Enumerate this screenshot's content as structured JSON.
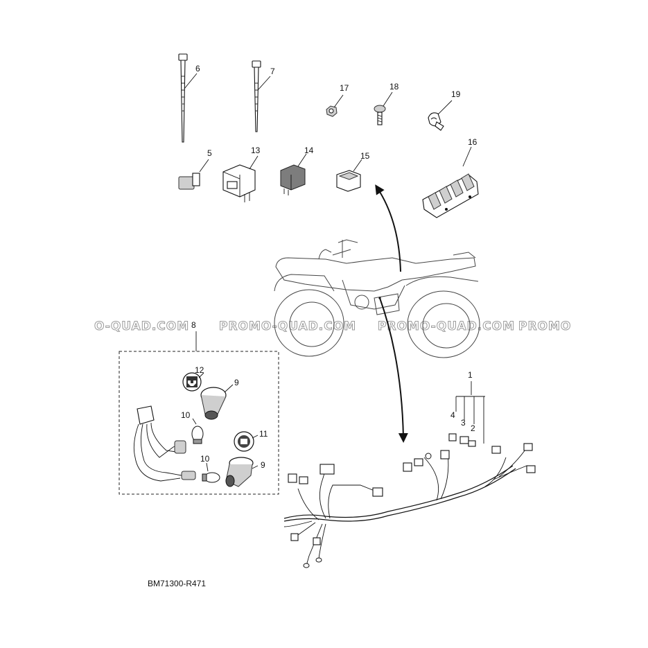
{
  "diagram": {
    "reference_code": "BM71300-R471",
    "watermark": {
      "text": "PROMO-QUAD.COM",
      "left_fragment": "O-QUAD.COM",
      "right_fragment": "PROMO"
    },
    "callouts": [
      {
        "id": "1",
        "label": "1"
      },
      {
        "id": "2",
        "label": "2"
      },
      {
        "id": "3",
        "label": "3"
      },
      {
        "id": "4",
        "label": "4"
      },
      {
        "id": "5",
        "label": "5"
      },
      {
        "id": "6",
        "label": "6"
      },
      {
        "id": "7",
        "label": "7"
      },
      {
        "id": "8",
        "label": "8"
      },
      {
        "id": "9a",
        "label": "9"
      },
      {
        "id": "9b",
        "label": "9"
      },
      {
        "id": "10a",
        "label": "10"
      },
      {
        "id": "10b",
        "label": "10"
      },
      {
        "id": "11",
        "label": "11"
      },
      {
        "id": "12",
        "label": "12"
      },
      {
        "id": "13",
        "label": "13"
      },
      {
        "id": "14",
        "label": "14"
      },
      {
        "id": "15",
        "label": "15"
      },
      {
        "id": "16",
        "label": "16"
      },
      {
        "id": "17",
        "label": "17"
      },
      {
        "id": "18",
        "label": "18"
      },
      {
        "id": "19",
        "label": "19"
      }
    ]
  }
}
